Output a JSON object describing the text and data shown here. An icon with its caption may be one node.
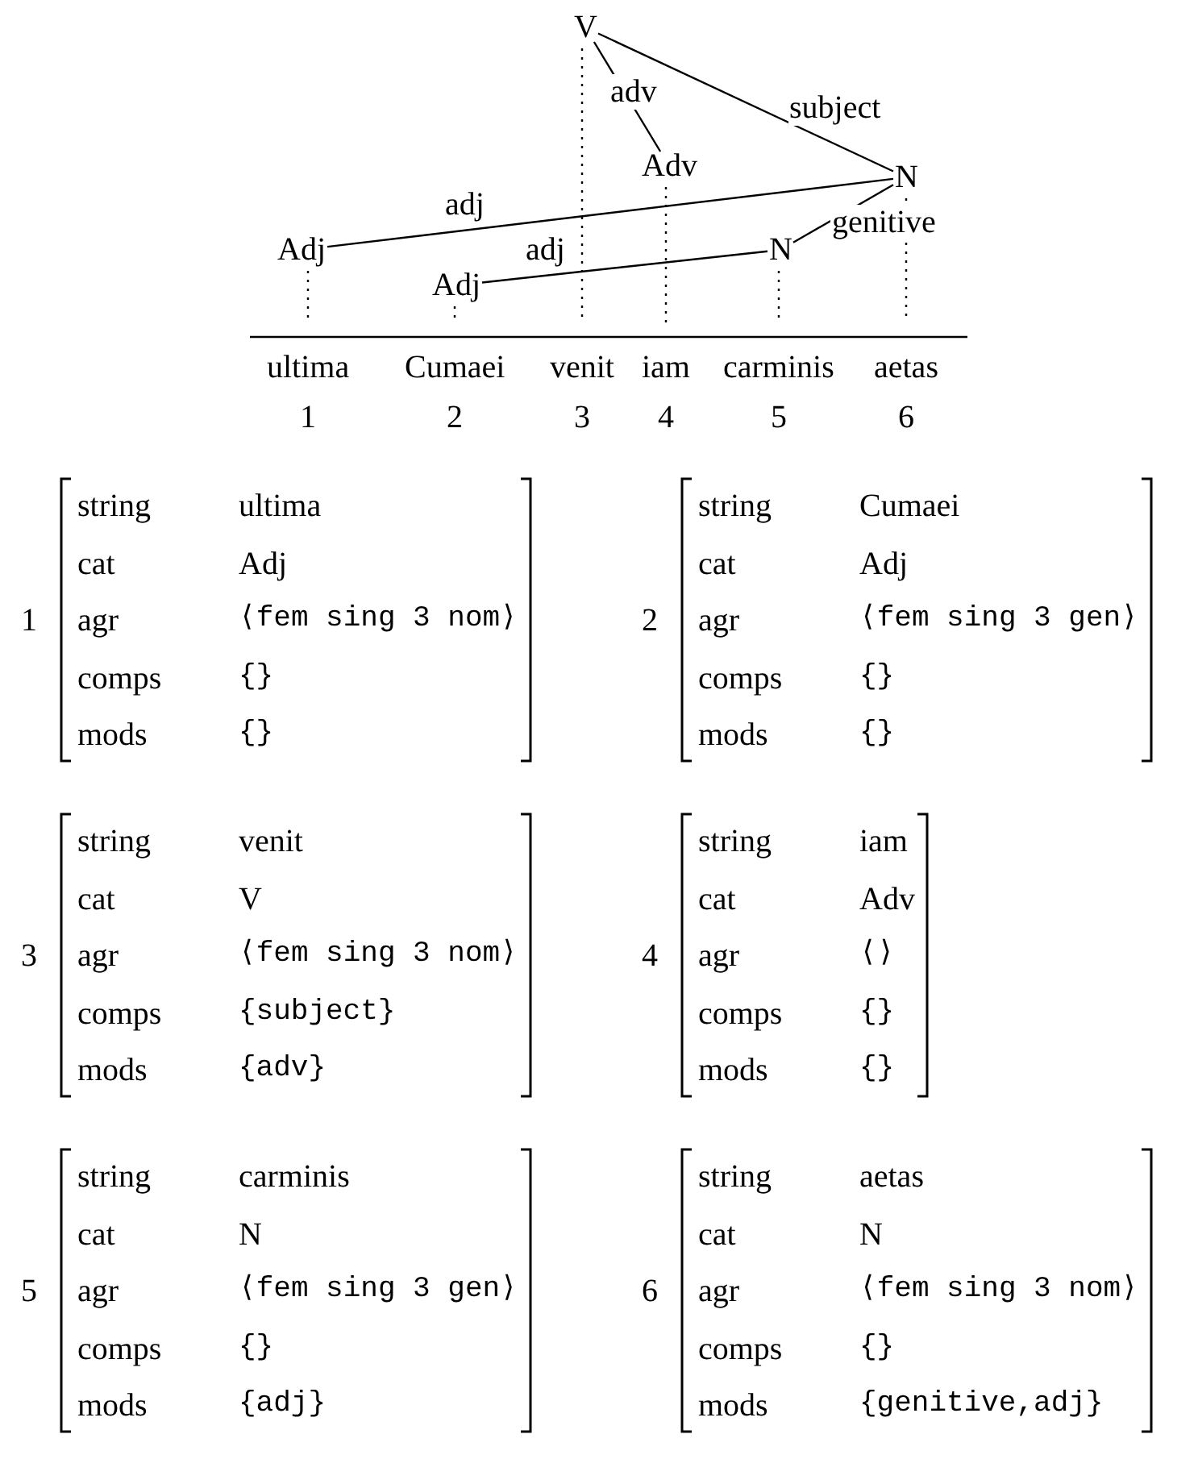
{
  "diagram": {
    "nodes": [
      {
        "text": [
          "V"
        ]
      },
      {
        "text": [
          "Adv"
        ]
      },
      {
        "text": [
          "N"
        ]
      },
      {
        "text": [
          "Adj"
        ]
      },
      {
        "text": [
          "N"
        ]
      },
      {
        "text": [
          "Adj"
        ]
      }
    ],
    "edges": [
      {
        "from": 0,
        "to": 1,
        "arrow": "none",
        "label": "adv"
      },
      {
        "from": 0,
        "to": 2,
        "arrow": "none",
        "label": "subject"
      },
      {
        "from": 2,
        "to": 3,
        "arrow": "none",
        "label": "adj"
      },
      {
        "from": 5,
        "to": 4,
        "arrow": "none",
        "label": "adj"
      },
      {
        "from": 4,
        "to": 2,
        "arrow": "none",
        "label": "genitive"
      }
    ],
    "labels": [
      "ultima",
      "Cumaei",
      "venit",
      "iam",
      "carminis",
      "aetas",
      "1",
      "2",
      "3",
      "4",
      "5",
      "6",
      "1",
      "string",
      "ultima",
      "cat",
      "Adj",
      "agr",
      "⟨fem sing 3 nom⟩",
      "comps",
      "{}",
      "mods",
      "{}",
      "2",
      "string",
      "Cumaei",
      "cat",
      "Adj",
      "agr",
      "⟨fem sing 3 gen⟩",
      "comps",
      "{}",
      "mods",
      "{}",
      "3",
      "string",
      "venit",
      "cat",
      "V",
      "agr",
      "⟨fem sing 3 nom⟩",
      "comps",
      "{subject}",
      "mods",
      "{adv}",
      "4",
      "string",
      "iam",
      "cat",
      "Adv",
      "agr",
      "⟨⟩",
      "comps",
      "{}",
      "mods",
      "{}",
      "5",
      "string",
      "carminis",
      "cat",
      "N",
      "agr",
      "⟨fem sing 3 gen⟩",
      "comps",
      "{}",
      "mods",
      "{adj}",
      "6",
      "string",
      "aetas",
      "cat",
      "N",
      "agr",
      "⟨fem sing 3 nom⟩",
      "comps",
      "{}",
      "mods",
      "{genitive,adj}"
    ]
  }
}
